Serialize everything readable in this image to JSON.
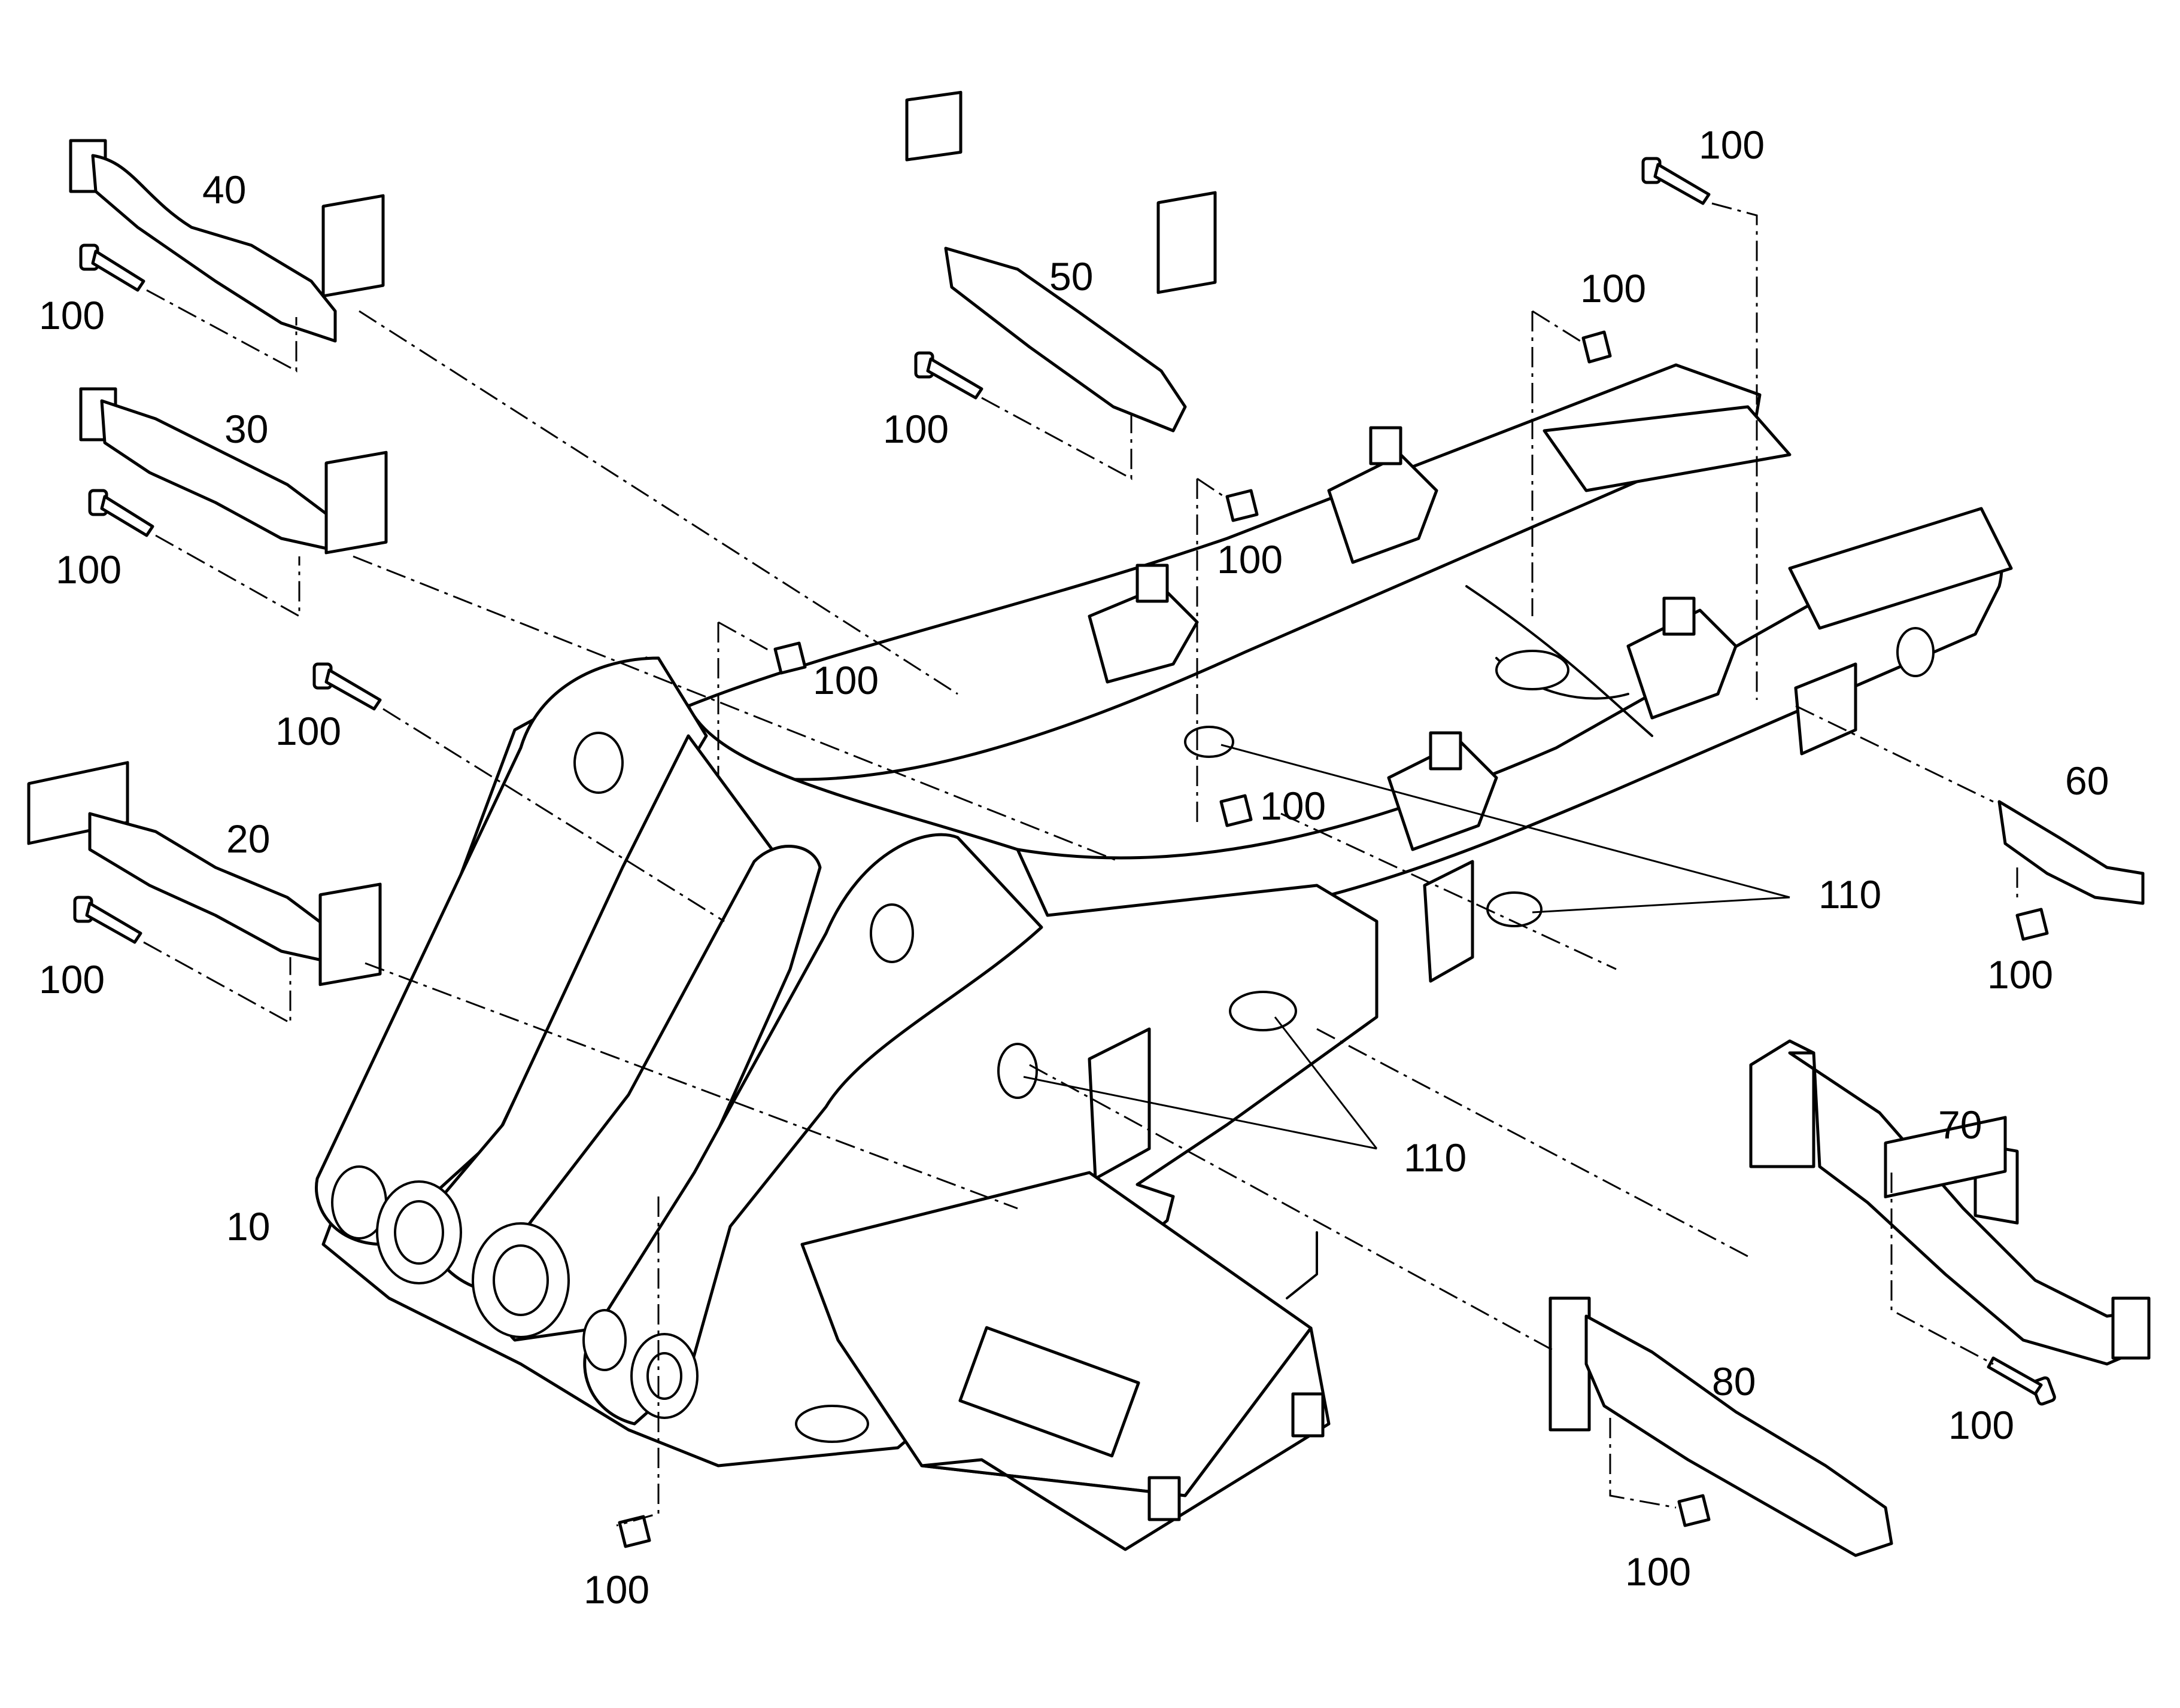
{
  "callouts": {
    "c10": "10",
    "c20": "20",
    "c30": "30",
    "c40": "40",
    "c50": "50",
    "c60": "60",
    "c70": "70",
    "c80": "80",
    "c100_a": "100",
    "c100_b": "100",
    "c100_c": "100",
    "c100_d": "100",
    "c100_e": "100",
    "c100_f": "100",
    "c100_g": "100",
    "c100_h": "100",
    "c100_i": "100",
    "c100_j": "100",
    "c100_k": "100",
    "c100_l": "100",
    "c100_m": "100",
    "c100_n": "100",
    "c110_a": "110",
    "c110_b": "110"
  }
}
